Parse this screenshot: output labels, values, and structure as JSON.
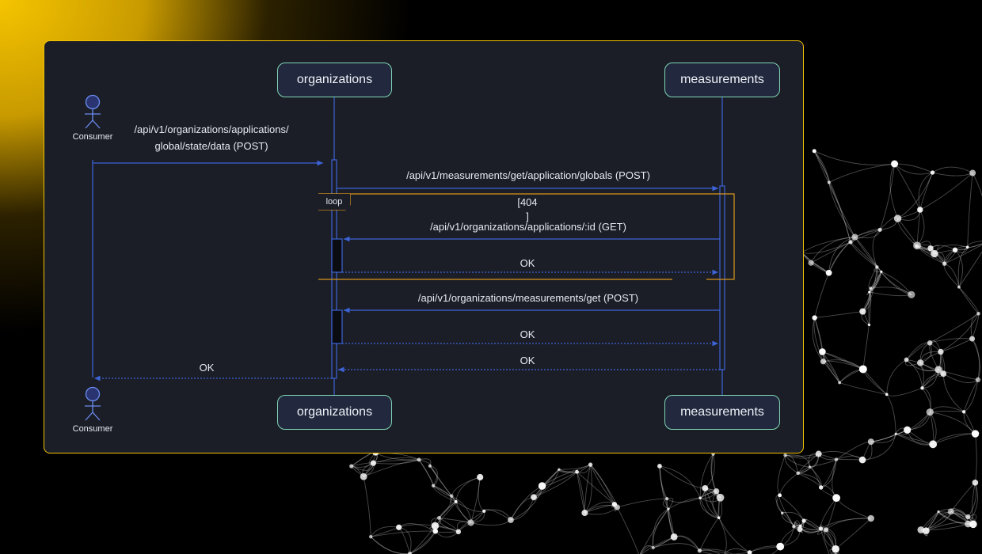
{
  "participants": {
    "consumer": "Consumer",
    "organizations": "organizations",
    "measurements": "measurements"
  },
  "fragment": {
    "type": "loop",
    "condition_line1": "[404",
    "condition_line2": "]"
  },
  "messages": [
    {
      "text_line1": "/api/v1/organizations/applications/",
      "text_line2": "global/state/data (POST)"
    },
    {
      "text": "/api/v1/measurements/get/application/globals (POST)"
    },
    {
      "text": "/api/v1/organizations/applications/:id (GET)"
    },
    {
      "text": "OK"
    },
    {
      "text": "/api/v1/organizations/measurements/get (POST)"
    },
    {
      "text": "OK"
    },
    {
      "text": "OK"
    },
    {
      "text": "OK"
    }
  ],
  "colors": {
    "frame_border": "#f2c200",
    "panel_bg": "#1b1e27",
    "participant_bg": "#22283d",
    "participant_border": "#7fd6b4",
    "lifeline": "#3d63d6",
    "loop_border": "#d9951c",
    "background_glow": "#f5c400"
  }
}
